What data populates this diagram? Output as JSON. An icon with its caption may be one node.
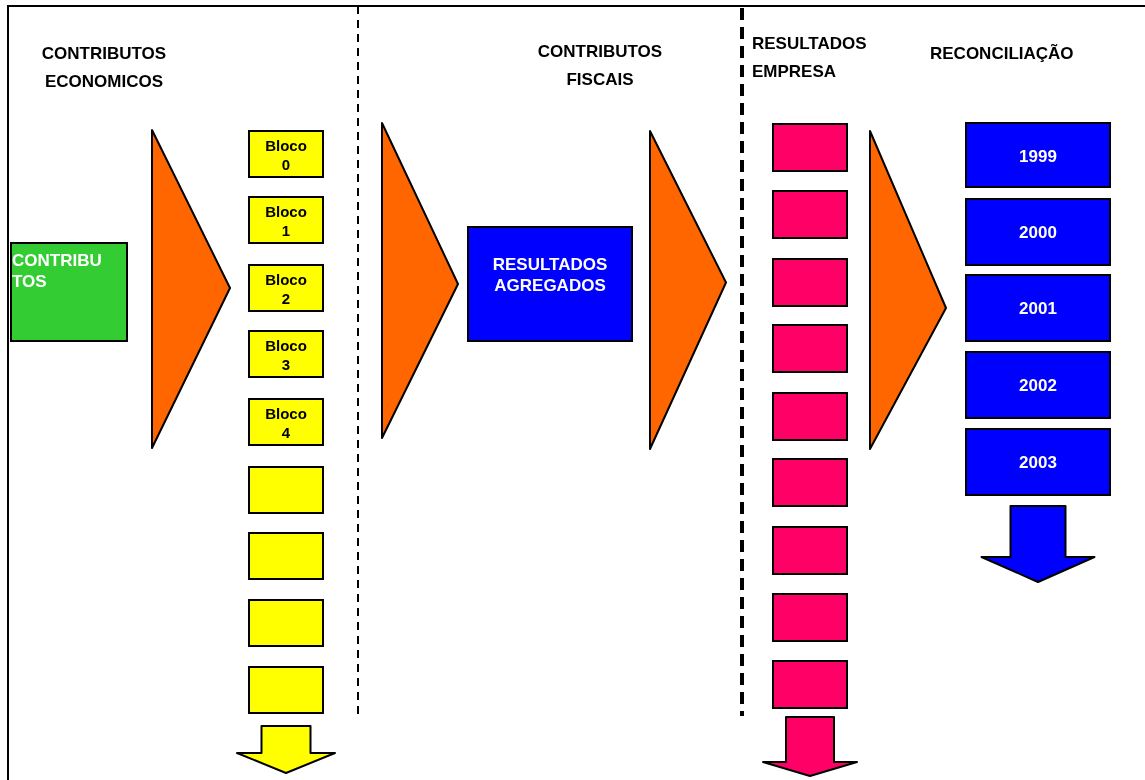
{
  "diagram": {
    "nodes": [
      {
        "text": [
          "CONTRIBUTOS"
        ]
      },
      {
        "text": [
          "Bloco 0"
        ]
      },
      {
        "text": [
          "Bloco 1"
        ]
      },
      {
        "text": [
          "Bloco 2"
        ]
      },
      {
        "text": [
          "Bloco 3"
        ]
      },
      {
        "text": [
          "Bloco 4"
        ]
      },
      {
        "text": [],
        "shape": "box"
      },
      {
        "text": [],
        "shape": "box"
      },
      {
        "text": [],
        "shape": "box"
      },
      {
        "text": [],
        "shape": "box"
      },
      {
        "text": [
          "RESULTADOS AGREGADOS"
        ]
      },
      {
        "text": [],
        "shape": "box"
      },
      {
        "text": [],
        "shape": "box"
      },
      {
        "text": [],
        "shape": "box"
      },
      {
        "text": [],
        "shape": "box"
      },
      {
        "text": [],
        "shape": "box"
      },
      {
        "text": [],
        "shape": "box"
      },
      {
        "text": [],
        "shape": "box"
      },
      {
        "text": [],
        "shape": "box"
      },
      {
        "text": [],
        "shape": "box"
      },
      {
        "text": [
          "1999"
        ]
      },
      {
        "text": [
          "2000"
        ]
      },
      {
        "text": [
          "2001"
        ]
      },
      {
        "text": [
          "2002"
        ]
      },
      {
        "text": [
          "2003"
        ]
      }
    ],
    "edges": [
      {
        "from": 0,
        "to": 3,
        "arrow": "to"
      },
      {
        "from": 3,
        "to": 10,
        "arrow": "to"
      },
      {
        "from": 10,
        "to": 13,
        "arrow": "to"
      },
      {
        "from": 13,
        "to": 22,
        "arrow": "to"
      },
      {
        "from": 9,
        "to": null,
        "arrow": "to",
        "color": "#ffff00"
      },
      {
        "from": 19,
        "to": null,
        "arrow": "to",
        "color": "#ff0066"
      },
      {
        "from": 24,
        "to": null,
        "arrow": "to",
        "color": "#0000ff"
      }
    ],
    "labels": [
      "CONTRIBUTOS ECONOMICOS",
      "CONTRIBUTOS FISCAIS",
      "RESULTADOS EMPRESA",
      "RECONCILIAÇÃO"
    ]
  }
}
